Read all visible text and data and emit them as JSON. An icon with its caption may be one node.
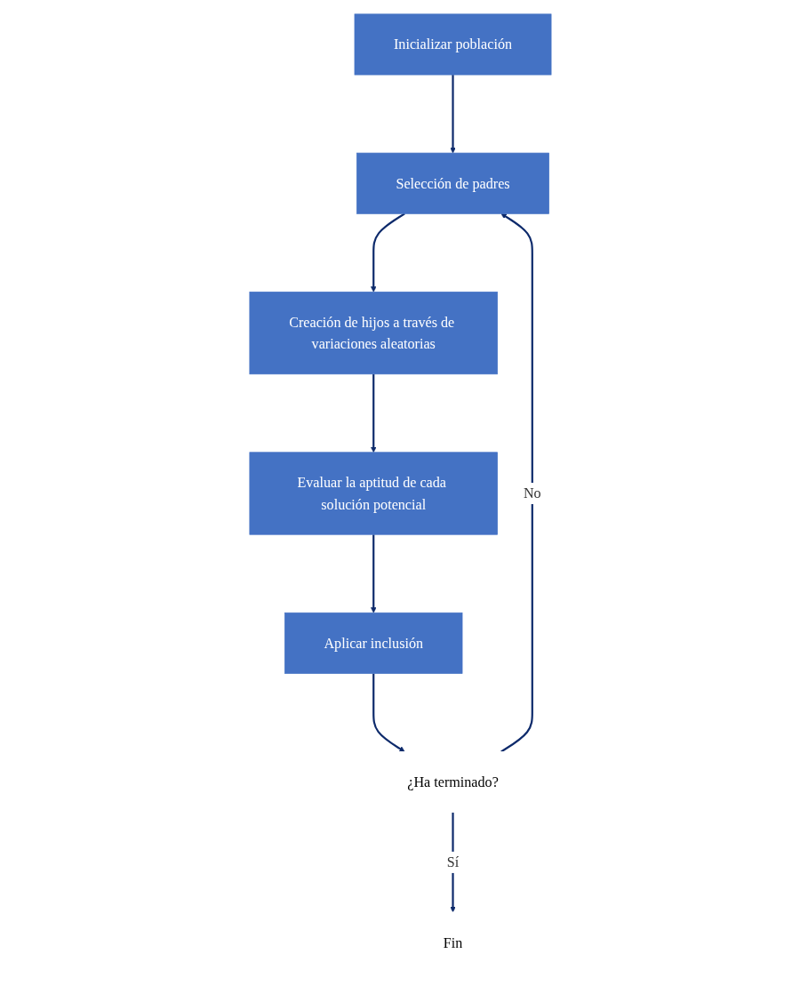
{
  "diagram": {
    "nodes": [
      {
        "text": [
          "Inicializar población"
        ]
      },
      {
        "text": [
          "Selección de padres"
        ]
      },
      {
        "text": [
          "Creación de hijos a través de variaciones aleatorias"
        ]
      },
      {
        "text": [
          "Evaluar la aptitud de cada solución potencial"
        ]
      },
      {
        "text": [
          "Aplicar inclusión"
        ]
      },
      {
        "text": [
          "¿Ha terminado?"
        ]
      },
      {
        "text": [
          "Fin"
        ]
      }
    ],
    "edges": [
      {
        "from": 0,
        "to": 1,
        "arrow": "to"
      },
      {
        "from": 1,
        "to": 2,
        "arrow": "to"
      },
      {
        "from": 2,
        "to": 3,
        "arrow": "to"
      },
      {
        "from": 3,
        "to": 4,
        "arrow": "to"
      },
      {
        "from": 4,
        "to": 5,
        "arrow": "to"
      },
      {
        "from": 5,
        "to": 1,
        "label": "No",
        "arrow": "to"
      },
      {
        "from": 5,
        "to": 6,
        "label": "Sí",
        "arrow": "to"
      }
    ]
  }
}
